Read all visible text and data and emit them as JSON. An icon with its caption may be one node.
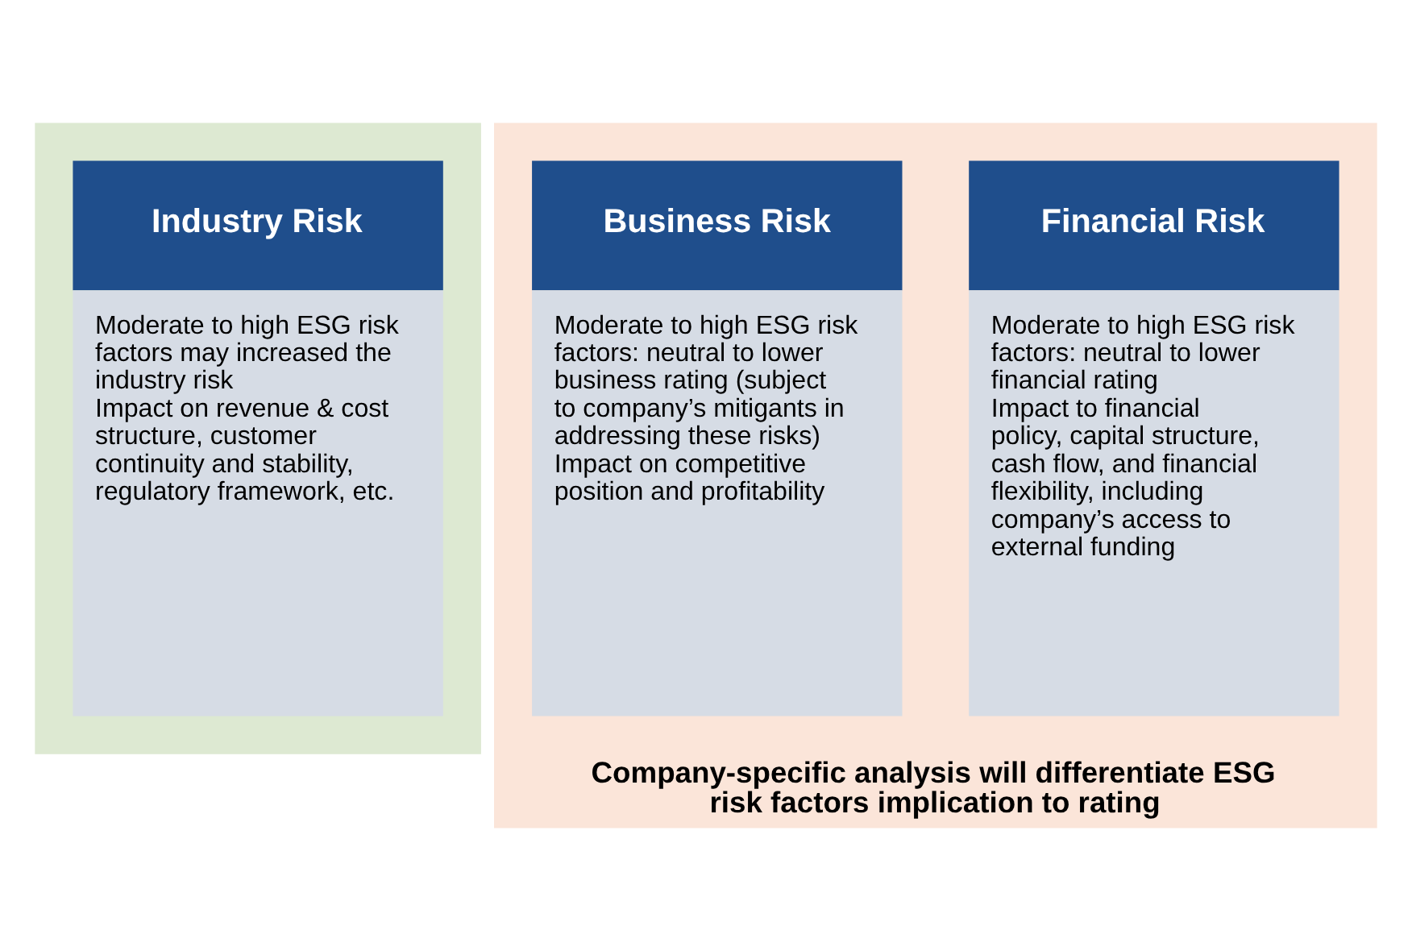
{
  "diagram": {
    "nodes": [
      {
        "text": [],
        "shape": "box"
      },
      {
        "text": [
          "Industry Risk",
          "Moderate to high ESG risk factors may increased the industry risk",
          "Impact on revenue & cost structure, customer continuity and stability, regulatory framework, etc."
        ],
        "in": 0
      },
      {
        "text": [
          "Company-specific analysis will differentiate ESG risk factors implication to rating"
        ]
      },
      {
        "text": [
          "Business Risk",
          "Moderate to high ESG risk factors: neutral to lower business rating (subject to company’s mitigants in addressing these risks)",
          "Impact on competitive position and profitability"
        ],
        "in": 2
      },
      {
        "text": [
          "Financial Risk",
          "Moderate to high ESG risk factors: neutral to lower financial rating",
          "Impact to financial policy, capital structure, cash flow, and financial flexibility, including company’s access to external funding"
        ],
        "in": 2
      }
    ],
    "edges": []
  }
}
